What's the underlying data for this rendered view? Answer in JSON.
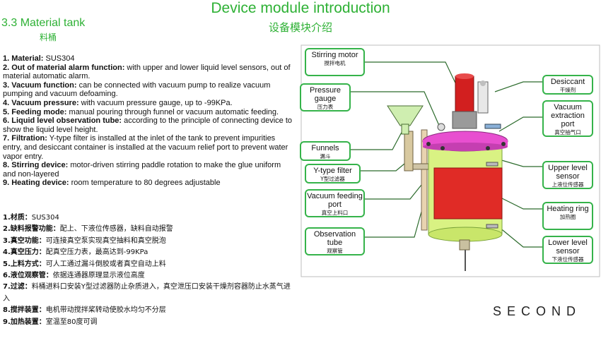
{
  "header": {
    "title_en": "Device module introduction",
    "title_cn": "设备模块介绍"
  },
  "section": {
    "title_en": "3.3 Material tank",
    "title_cn": "料桶"
  },
  "features_en": [
    {
      "term": "1. Material:",
      "desc": " SUS304"
    },
    {
      "term": "2. Out of material alarm function:",
      "desc": " with upper and lower liquid level sensors, out of material automatic alarm."
    },
    {
      "term": "3. Vacuum function:",
      "desc": " can be connected with vacuum pump to realize vacuum pumping and vacuum defoaming."
    },
    {
      "term": "4. Vacuum pressure:",
      "desc": " with vacuum pressure gauge, up to -99KPa."
    },
    {
      "term": "5. Feeding mode:",
      "desc": " manual pouring through funnel or vacuum automatic feeding."
    },
    {
      "term": "6. Liquid level observation tube:",
      "desc": " according to the principle of connecting device to show the liquid level height."
    },
    {
      "term": "7. Filtration:",
      "desc": " Y-type filter is installed at the inlet of the tank to prevent impurities entry, and desiccant container is installed at the vacuum relief port to prevent  water vapor entry."
    },
    {
      "term": "8. Stirring device:",
      "desc": " motor-driven stirring paddle rotation to make the glue uniform and non-layered"
    },
    {
      "term": "9. Heating device:",
      "desc": " room temperature to 80 degrees adjustable"
    }
  ],
  "features_cn": [
    {
      "term": "1.材质：",
      "desc": "SUS304"
    },
    {
      "term": "2.缺料报警功能：",
      "desc": "配上、下液位传感器，缺料自动报警"
    },
    {
      "term": "3.真空功能：",
      "desc": "可连接真空泵实现真空抽料和真空脱泡"
    },
    {
      "term": "4.真空压力：",
      "desc": "配真空压力表，最高达到-99KPa"
    },
    {
      "term": "5.上料方式：",
      "desc": "可人工通过漏斗倒胶或者真空自动上料"
    },
    {
      "term": "6.液位观察管：",
      "desc": "依据连通器原理显示液位高度"
    },
    {
      "term": "7.过滤：",
      "desc": "料桶进料口安装Y型过滤器防止杂质进入，真空泄压口安装干燥剂容器防止水蒸气进入"
    },
    {
      "term": "8.搅拌装置：",
      "desc": "电机带动搅拌桨转动使胶水均匀不分层"
    },
    {
      "term": "9.加热装置：",
      "desc": "室温至80度可调"
    }
  ],
  "labels": {
    "stirring_motor": {
      "en": "Stirring motor",
      "cn": "搅拌电机"
    },
    "pressure_gauge": {
      "en": "Pressure gauge",
      "cn": "压力表"
    },
    "funnels": {
      "en": "Funnels",
      "cn": "漏斗"
    },
    "y_filter": {
      "en": "Y-type filter",
      "cn": "Y型过滤器"
    },
    "vacuum_feeding_port": {
      "en": "Vacuum feeding port",
      "cn": "真空上料口"
    },
    "observation_tube": {
      "en": "Observation tube",
      "cn": "观察管"
    },
    "desiccant": {
      "en": "Desiccant",
      "cn": "干燥剂"
    },
    "vacuum_extraction_port": {
      "en": "Vacuum extraction port",
      "cn": "真空抽气口"
    },
    "upper_level_sensor": {
      "en": "Upper level sensor",
      "cn": "上液位传感器"
    },
    "heating_ring": {
      "en": "Heating ring",
      "cn": "加热圈"
    },
    "lower_level_sensor": {
      "en": "Lower level sensor",
      "cn": "下液位传感器"
    }
  },
  "brand": {
    "logo_text": "SECOND"
  },
  "colors": {
    "accent_green": "#2eb135",
    "tank_body": "#d9f283",
    "lid": "#e84fd0",
    "heater": "#e02b26",
    "motor": "#d21f1f"
  }
}
